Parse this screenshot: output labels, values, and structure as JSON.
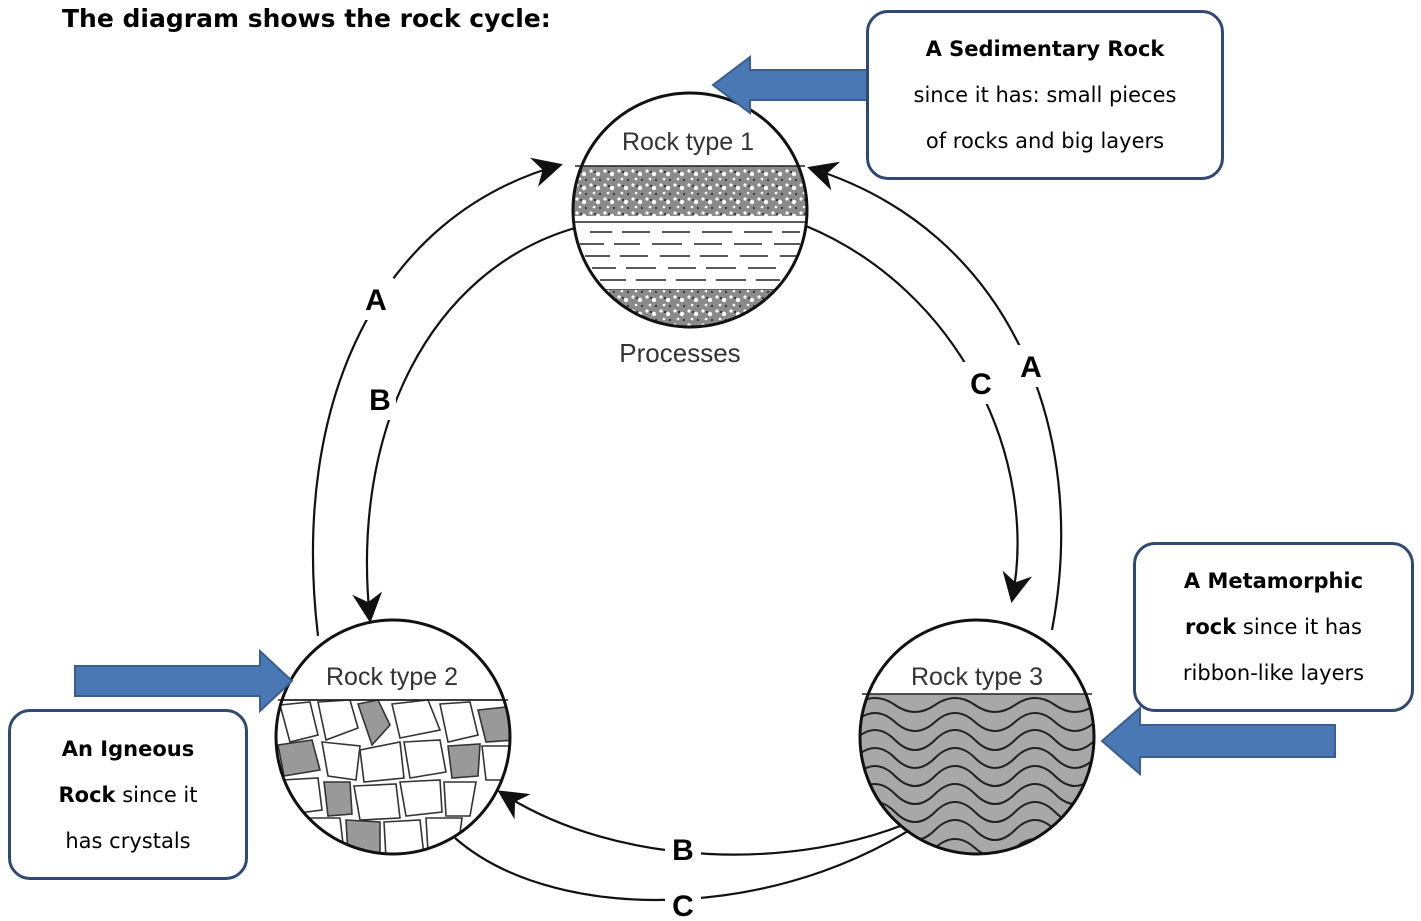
{
  "heading": "The diagram shows the rock cycle:",
  "center_label": "Processes",
  "rocks": [
    {
      "label": "Rock type 1"
    },
    {
      "label": "Rock type 2"
    },
    {
      "label": "Rock type 3"
    }
  ],
  "process_labels": {
    "left_outer": "A",
    "left_inner": "B",
    "right_inner": "C",
    "right_outer": "A",
    "bottom_inner": "B",
    "bottom_outer": "C"
  },
  "callouts": {
    "sedimentary": {
      "bold": "A Sedimentary Rock",
      "line2": "since it has: small pieces",
      "line3": "of rocks and big layers"
    },
    "metamorphic": {
      "bold1": "A Metamorphic",
      "bold2": "rock",
      "rest2": " since it has",
      "line3": "ribbon-like layers"
    },
    "igneous": {
      "bold1": "An Igneous",
      "bold2": "Rock",
      "rest2": " since it",
      "line3": "has crystals"
    }
  },
  "colors": {
    "arrow_fill": "#4a78b5",
    "arrow_stroke": "#3a5f8f",
    "callout_border": "#2f4a72"
  }
}
